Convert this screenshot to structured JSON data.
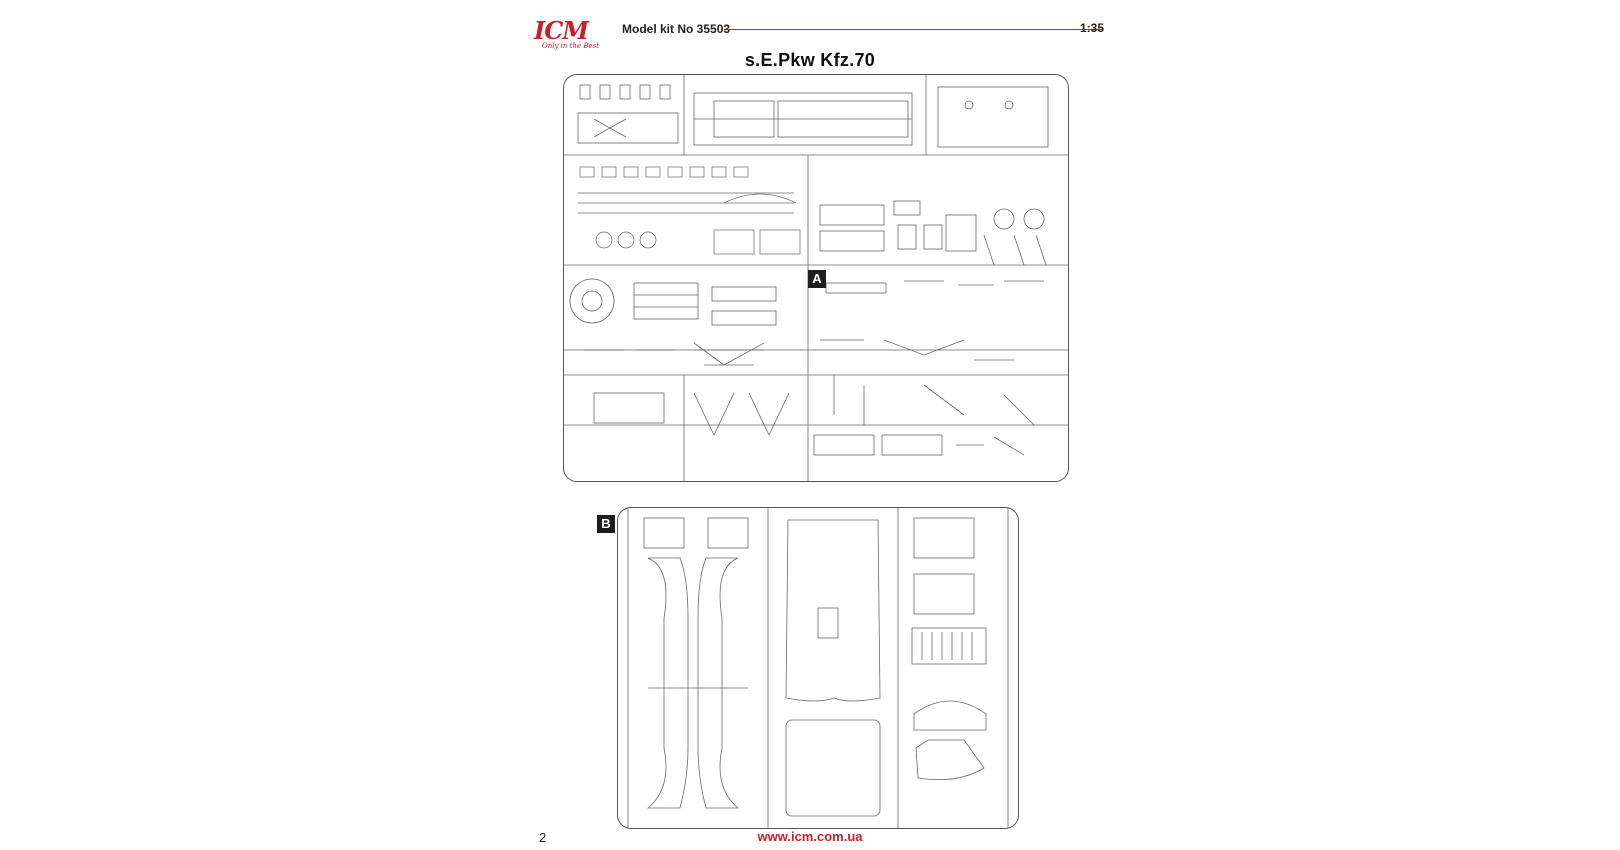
{
  "header": {
    "logo_text": "ICM",
    "logo_tagline": "Only in the Best",
    "kit_label": "Model kit No 35503",
    "scale": "1:35"
  },
  "title": "s.E.Pkw Kfz.70",
  "sprues": {
    "a": {
      "label": "A"
    },
    "b": {
      "label": "B"
    }
  },
  "footer": {
    "page_number": "2",
    "website": "www.icm.com.ua"
  },
  "colors": {
    "brand": "#cc1f2a",
    "line": "#555555",
    "badge": "#1e1e1e"
  }
}
